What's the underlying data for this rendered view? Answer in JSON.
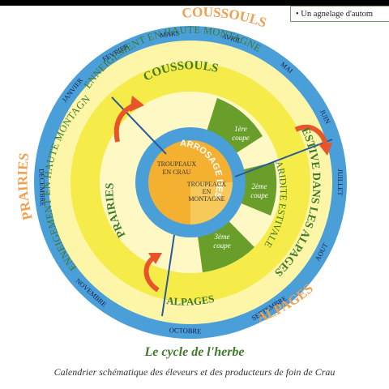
{
  "note": "• Un agnelage d'autom",
  "months": [
    "JANVIER",
    "FEVRIER",
    "MARS",
    "AVRIL",
    "MAI",
    "JUIN",
    "JUILLET",
    "AOUT",
    "SEPTEMBRE",
    "OCTOBRE",
    "NOVEMBRE",
    "DECEMBRE"
  ],
  "labels": {
    "coussouls_outer": "COUSSOULS",
    "prairies_outer": "PRAIRIES",
    "alpages_outer": "ALPAGES",
    "enneigement_top": "ENNEIGEMENT EN HAUTE MONTAGNE",
    "enneigement_left": "ENNEIGEMENT EN HAUTE MONTAGNE",
    "coussouls_inner": "COUSSOULS",
    "prairies_inner": "PRAIRIES",
    "estive": "ESTIVE DANS LES ALPAGES",
    "aridite": "ARIDITE ESTIVALE",
    "arrosage": "ARROSAGE DES PRES",
    "troupeaux_crau": [
      "TROUPEAUX",
      "EN CRAU"
    ],
    "troupeaux_montagne": [
      "TROUPEAUX",
      "EN",
      "MONTAGNE"
    ],
    "coupe1": [
      "1ère",
      "coupe"
    ],
    "coupe2": [
      "2ème",
      "coupe"
    ],
    "coupe3": [
      "3ème",
      "coupe"
    ]
  },
  "caption": {
    "title": "Le cycle de l'herbe",
    "subtitle": "Calendrier schématique des éleveurs et des producteurs de foin de Crau"
  },
  "colors": {
    "blue": "#4a9fd8",
    "light_yellow": "#fdf6a8",
    "yellow": "#f3ea3c",
    "green": "#6a9e2a",
    "orange": "#f2a62a",
    "arrow": "#e8552a",
    "outer_text": "#f0a050"
  }
}
